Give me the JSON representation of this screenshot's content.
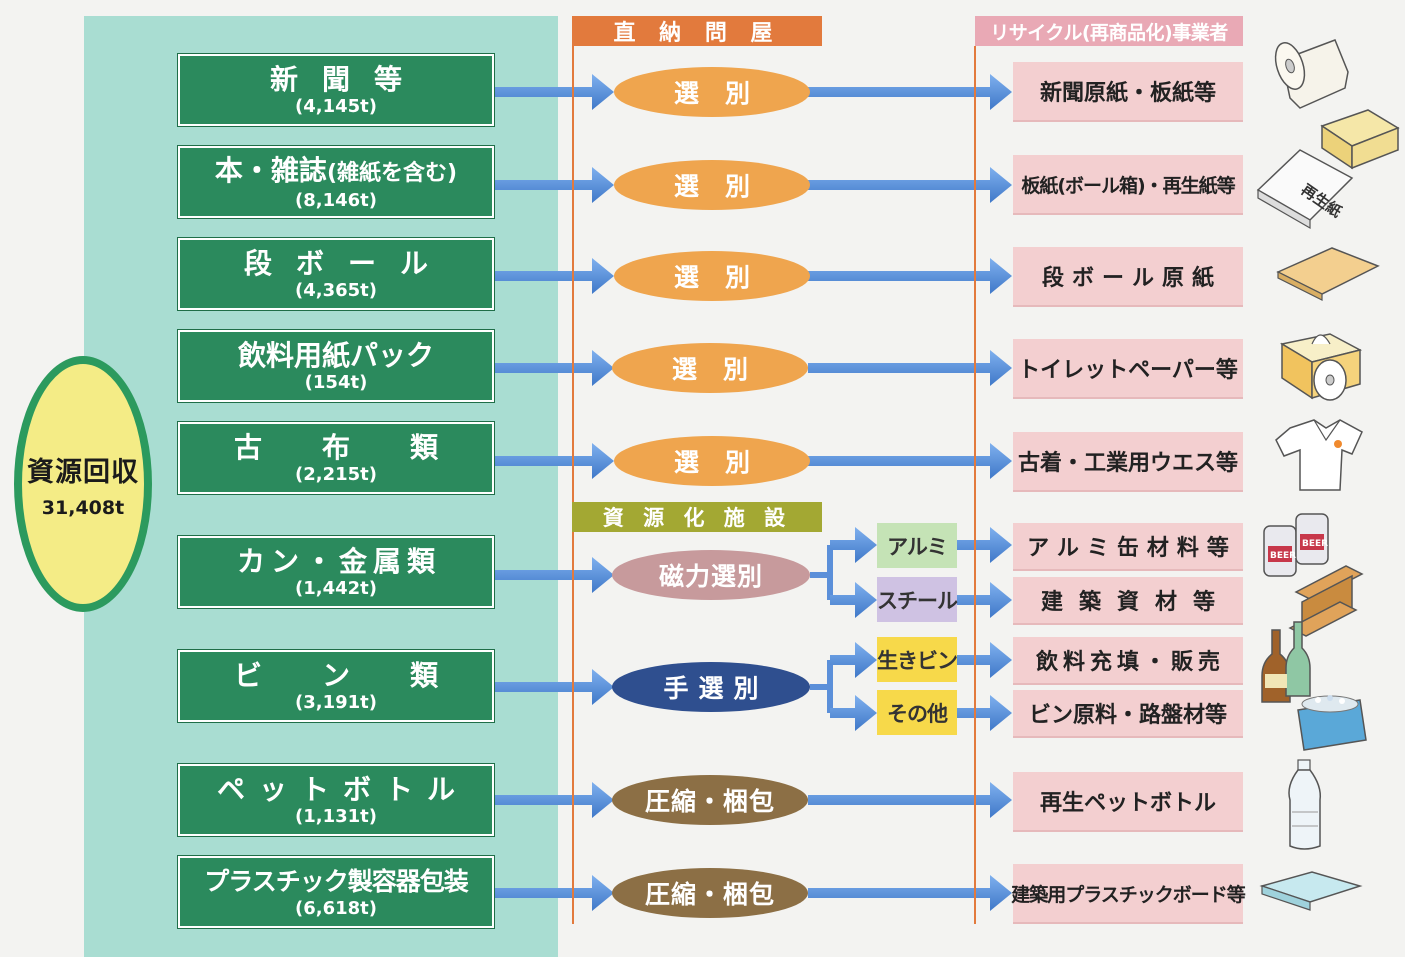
{
  "source": {
    "title": "資源回収",
    "total": "31,408t"
  },
  "headers": {
    "wholesale": "直 納 問 屋",
    "facility": "資 源 化 施 設",
    "recycler": "リサイクル(再商品化)事業者"
  },
  "materials": [
    {
      "name": "新聞等",
      "amount": "(4,145t)"
    },
    {
      "name": "本・雑誌",
      "sub": "(雑紙を含む)",
      "amount": "(8,146t)"
    },
    {
      "name": "段ボール",
      "amount": "(4,365t)"
    },
    {
      "name": "飲料用紙パック",
      "amount": "(154t)"
    },
    {
      "name": "古布類",
      "amount": "(2,215t)"
    },
    {
      "name": "カン・金属類",
      "amount": "(1,442t)"
    },
    {
      "name": "ビン類",
      "amount": "(3,191t)"
    },
    {
      "name": "ペットボトル",
      "amount": "(1,131t)"
    },
    {
      "name": "プラスチック製容器包装",
      "amount": "(6,618t)"
    }
  ],
  "processes": [
    "選別",
    "選別",
    "選別",
    "選別",
    "選別",
    "磁力選別",
    "手選別",
    "圧縮・梱包",
    "圧縮・梱包"
  ],
  "intermediates": [
    "アルミ",
    "スチール",
    "生きビン",
    "その他"
  ],
  "products": [
    "新聞原紙・板紙等",
    "板紙(ボール箱)・再生紙等",
    "段ボール原紙",
    "トイレットペーパー等",
    "古着・工業用ウエス等",
    "アルミ缶材料等",
    "建築資材等",
    "飲料充填・販売",
    "ビン原料・路盤材等",
    "再生ペットボトル",
    "建築用プラスチックボード等"
  ],
  "icons": {
    "paper_roll": "paper-roll-icon",
    "box": "box-icon",
    "recycled_paper": "recycled-paper-icon",
    "cardboard": "cardboard-icon",
    "tissue": "tissue-icon",
    "shirt": "shirt-icon",
    "cans": "cans-icon",
    "steel_beam": "steel-beam-icon",
    "bottles": "bottles-icon",
    "cullet": "cullet-icon",
    "pet_bottle": "pet-bottle-icon",
    "plastic_board": "plastic-board-icon"
  },
  "icon_text": {
    "recycled_paper": "再生紙",
    "beer": "BEER"
  },
  "colors": {
    "arrow": "#5b8fd9",
    "material_green": "#2b8a5d",
    "panel_teal": "#a9ddd2",
    "oval_yellow": "#f4ec86",
    "orange_oval": "#efa54e",
    "product_pink": "#f3cfd0"
  }
}
